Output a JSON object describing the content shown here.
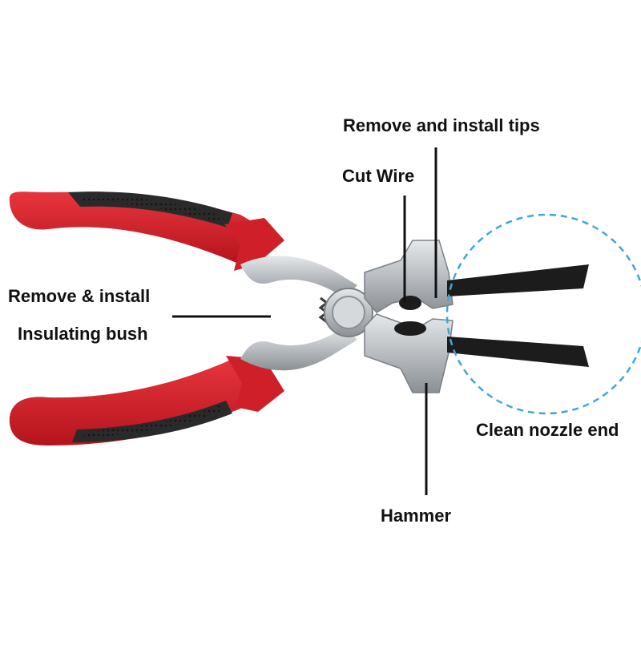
{
  "labels": {
    "remove_install_tips": "Remove and install tips",
    "cut_wire": "Cut Wire",
    "remove_install_line1": "Remove & install",
    "remove_install_line2": "Insulating bush",
    "clean_nozzle_end": "Clean nozzle end",
    "hammer": "Hammer"
  },
  "colors": {
    "handle_red": "#d8202b",
    "handle_grip": "#2a2a2a",
    "steel": "#c9ccd0",
    "steel_dark": "#6e7378",
    "jaw_black": "#1c1c1c",
    "leader_line": "#111111",
    "highlight_circle": "#3fa7d6"
  },
  "icons": {
    "tool": "welding-pliers-icon"
  }
}
